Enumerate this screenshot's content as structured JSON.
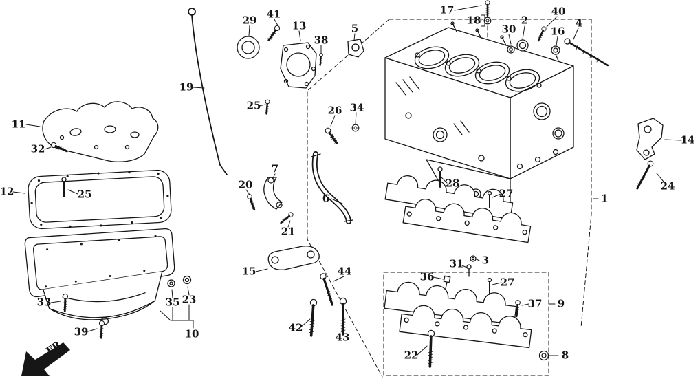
{
  "fr_label": "FR.",
  "callouts": {
    "1": "1",
    "2": "2",
    "3": "3",
    "4": "4",
    "5": "5",
    "6": "6",
    "7": "7",
    "8": "8",
    "9": "9",
    "10": "10",
    "11": "11",
    "12": "12",
    "13": "13",
    "14": "14",
    "15": "15",
    "16": "16",
    "17": "17",
    "18": "18",
    "19": "19",
    "20": "20",
    "21": "21",
    "22": "22",
    "23": "23",
    "24": "24",
    "25": "25",
    "26": "26",
    "27": "27",
    "28": "28",
    "29": "29",
    "30": "30",
    "31": "31",
    "32": "32",
    "33": "33",
    "34": "34",
    "35": "35",
    "36": "36",
    "37": "37",
    "38": "38",
    "39": "39",
    "40": "40",
    "41": "41",
    "42": "42",
    "43": "43",
    "44": "44"
  }
}
